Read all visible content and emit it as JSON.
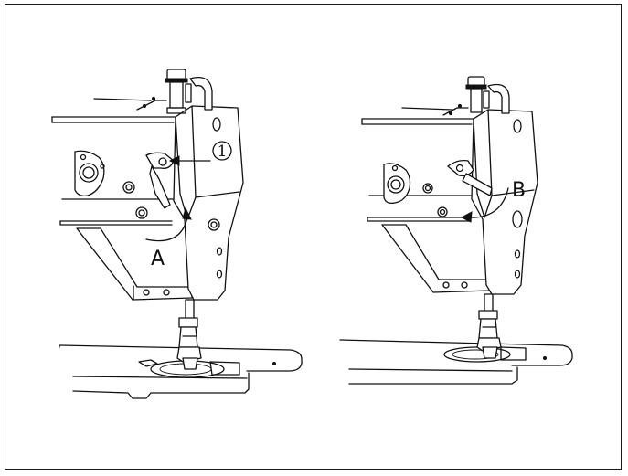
{
  "labels": {
    "a": "A",
    "b": "B",
    "circle_one": "1"
  },
  "colors": {
    "line": "#111111",
    "background": "#ffffff"
  }
}
